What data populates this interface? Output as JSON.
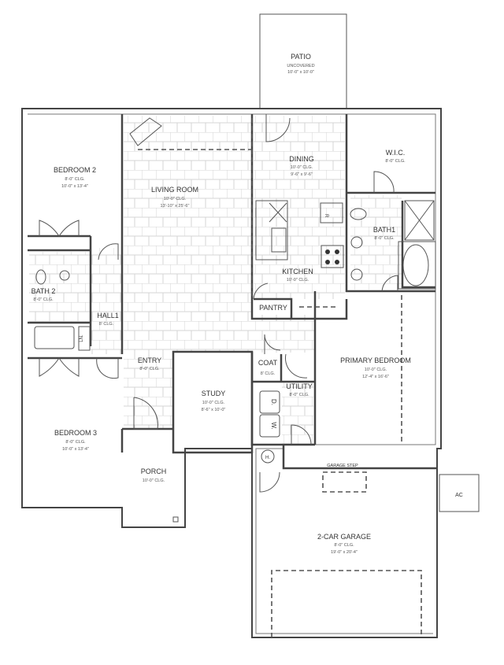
{
  "rooms": {
    "patio": {
      "name": "PATIO",
      "note": "UNCOVERED",
      "size": "10'-0\" x 10'-0\""
    },
    "bedroom2": {
      "name": "BEDROOM 2",
      "ceiling": "8'-0\" CLG.",
      "size": "10'-0\" x 13'-4\""
    },
    "living": {
      "name": "LIVING ROOM",
      "ceiling": "10'-0\" CLG.",
      "size": "13'-10\" x 25'-6\""
    },
    "dining": {
      "name": "DINING",
      "ceiling": "10'-0\" CLG.",
      "size": "9'-6\" x 9'-6\""
    },
    "wic": {
      "name": "W.I.C.",
      "ceiling": "8'-0\" CLG."
    },
    "bath1": {
      "name": "BATH1",
      "ceiling": "8'-0\" CLG."
    },
    "kitchen": {
      "name": "KITCHEN",
      "ceiling": "10'-0\" CLG."
    },
    "pantry": {
      "name": "PANTRY"
    },
    "bath2": {
      "name": "BATH 2",
      "ceiling": "8'-0\" CLG."
    },
    "hall1": {
      "name": "HALL1",
      "ceiling": "8' CLG."
    },
    "lin": {
      "name": "LN."
    },
    "entry": {
      "name": "ENTRY",
      "ceiling": "8'-0\" CLG."
    },
    "study": {
      "name": "STUDY",
      "ceiling": "10'-0\" CLG.",
      "size": "8'-6\" x 10'-0\""
    },
    "coat": {
      "name": "COAT",
      "ceiling": "8' CLG."
    },
    "utility": {
      "name": "UTILITY",
      "ceiling": "8'-0\" CLG."
    },
    "primary": {
      "name": "PRIMARY BEDROOM",
      "ceiling": "10'-0\" CLG.",
      "size": "12'-4\" x 16'-6\""
    },
    "bedroom3": {
      "name": "BEDROOM 3",
      "ceiling": "8'-0\" CLG.",
      "size": "10'-0\" x 13'-4\""
    },
    "porch": {
      "name": "PORCH",
      "ceiling": "10'-0\" CLG."
    },
    "garage": {
      "name": "2-CAR GARAGE",
      "ceiling": "8'-0\" CLG.",
      "size": "19'-0\" x 20'-4\""
    }
  },
  "fixtures": {
    "garage_step": "GARAGE STEP",
    "ac": "AC",
    "dryer": "D.",
    "washer": "W.",
    "water_heater": "H.",
    "fridge": "R"
  },
  "colors": {
    "wall": "#444444",
    "tile": "#d4d4d4"
  }
}
